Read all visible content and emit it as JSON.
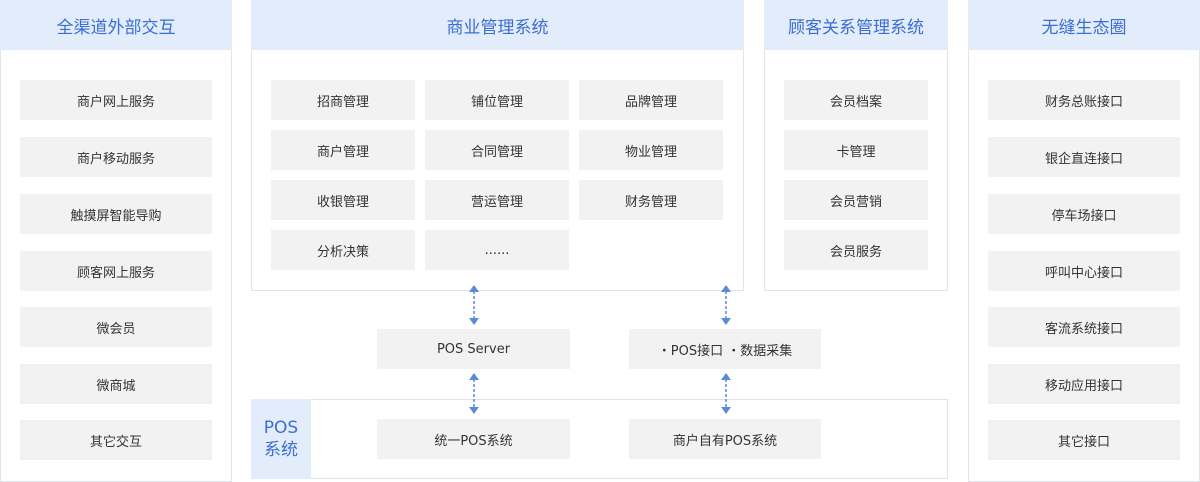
{
  "channels": {
    "title": "全渠道外部交互",
    "items": [
      "商户网上服务",
      "商户移动服务",
      "触摸屏智能导购",
      "顾客网上服务",
      "微会员",
      "微商城",
      "其它交互"
    ]
  },
  "business": {
    "title": "商业管理系统",
    "items": [
      "招商管理",
      "铺位管理",
      "品牌管理",
      "商户管理",
      "合同管理",
      "物业管理",
      "收银管理",
      "营运管理",
      "财务管理",
      "分析决策",
      "......"
    ]
  },
  "crm": {
    "title": "顾客关系管理系统",
    "items": [
      "会员档案",
      "卡管理",
      "会员营销",
      "会员服务"
    ]
  },
  "ecosystem": {
    "title": "无缝生态圈",
    "items": [
      "财务总账接口",
      "银企直连接口",
      "停车场接口",
      "呼叫中心接口",
      "客流系统接口",
      "移动应用接口",
      "其它接口"
    ]
  },
  "middle": {
    "pos_server": "POS Server",
    "pos_interface": "・POS接口 ・数据采集"
  },
  "pos_system": {
    "label_line1": "POS",
    "label_line2": "系统",
    "unified": "统一POS系统",
    "merchant_own": "商户自有POS系统"
  },
  "colors": {
    "accent": "#3b6fd1",
    "header_bg": "#e3ecfb",
    "item_bg": "#f2f2f2",
    "border": "#dfe3ea",
    "arrow": "#5b8ad8"
  }
}
